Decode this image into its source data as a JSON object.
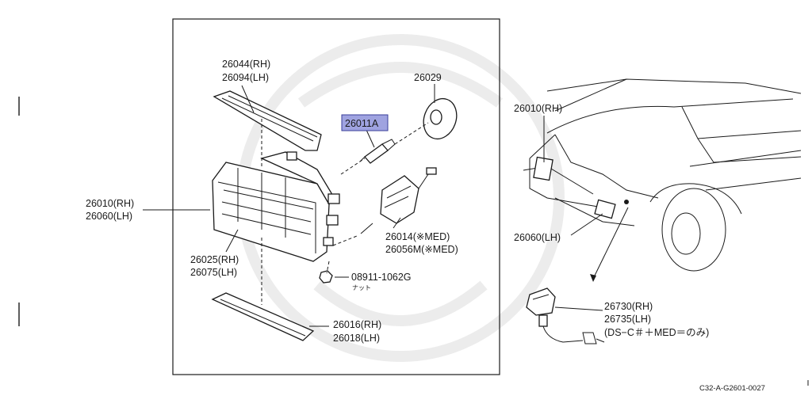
{
  "diagram": {
    "callouts": {
      "p26044": "26044(RH)",
      "p26094": "26094(LH)",
      "p26029": "26029",
      "p26011A": "26011A",
      "p26010_rh_left": "26010(RH)",
      "p26060_lh_left": "26060(LH)",
      "p26014": "26014(※MED)",
      "p26056M": "26056M(※MED)",
      "p26025": "26025(RH)",
      "p26075": "26075(LH)",
      "p08911": "08911-1062G",
      "p08911_note": "ナット",
      "p26016": "26016(RH)",
      "p26018": "26018(LH)",
      "p26010_rh_right": "26010(RH)",
      "p26060_lh_right": "26060(LH)",
      "p26730": "26730(RH)",
      "p26735": "26735(LH)",
      "p_note": "(DS−C＃＋MED＝のみ)"
    },
    "drawing_code": "C32-A-G2601-0027",
    "highlight_color": "#9fa3e0"
  }
}
